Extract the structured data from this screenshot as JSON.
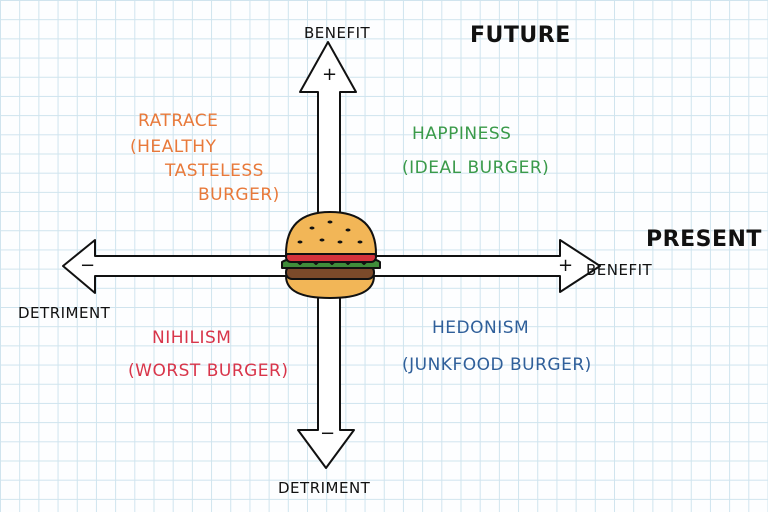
{
  "axes": {
    "future_label": "FUTURE",
    "present_label": "PRESENT",
    "top_label": "BENEFIT",
    "bottom_label": "DETRIMENT",
    "right_label": "BENEFIT",
    "left_label": "DETRIMENT",
    "top_sign": "+",
    "bottom_sign": "−",
    "right_sign": "+",
    "left_sign": "−"
  },
  "quadrants": {
    "top_left": {
      "title": "RATRACE",
      "lines": [
        "(HEALTHY",
        "TASTELESS",
        "BURGER)"
      ],
      "color": "#e8793a"
    },
    "top_right": {
      "title": "HAPPINESS",
      "lines": [
        "(IDEAL BURGER)"
      ],
      "color": "#3a9a4a"
    },
    "bottom_left": {
      "title": "NIHILISM",
      "lines": [
        "(WORST BURGER)"
      ],
      "color": "#d8354a"
    },
    "bottom_right": {
      "title": "HEDONISM",
      "lines": [
        "(JUNKFOOD BURGER)"
      ],
      "color": "#2f5f9a"
    }
  },
  "colors": {
    "ink": "#111111",
    "grid": "#cfe4ee",
    "bun": "#f2b657",
    "lettuce": "#3f8c3a",
    "tomato": "#d6333b",
    "patty": "#7b4a2a"
  },
  "icons": {
    "center": "burger-icon"
  }
}
